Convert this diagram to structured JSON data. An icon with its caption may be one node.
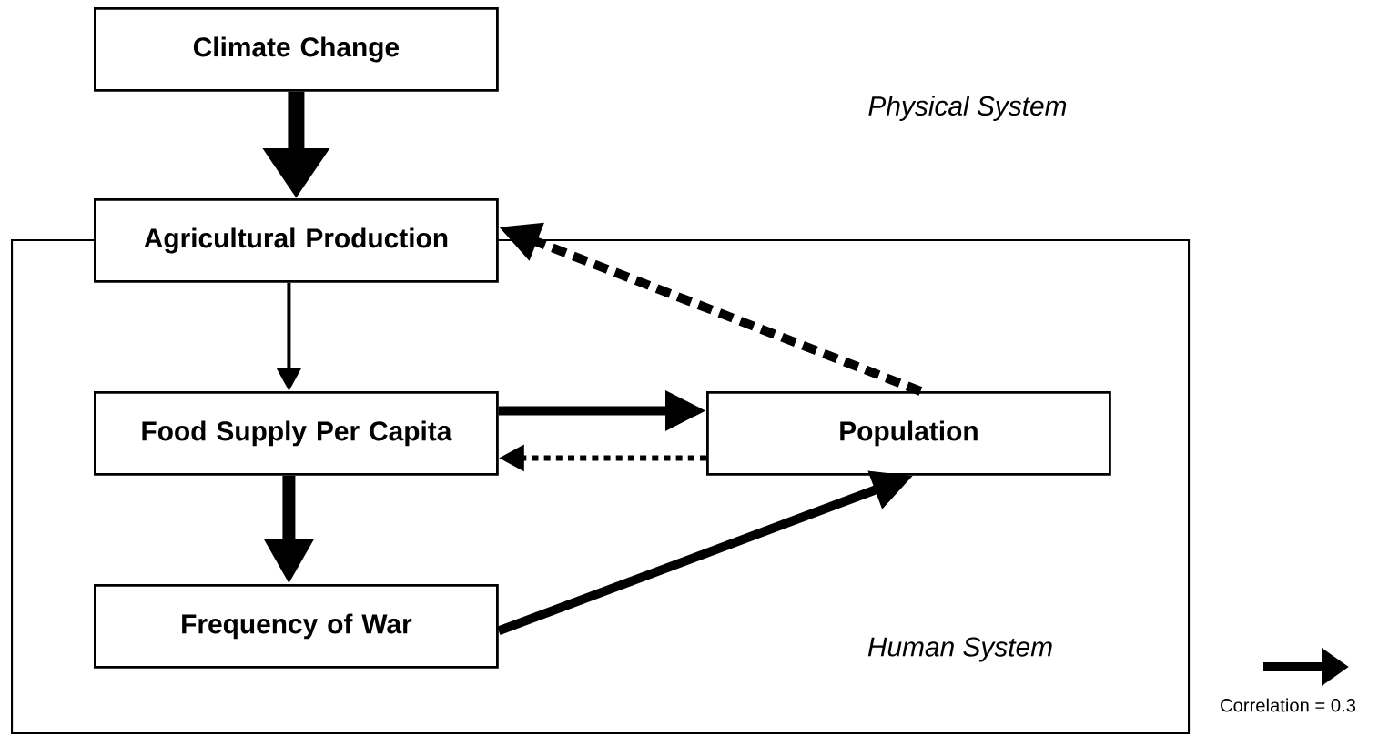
{
  "diagram": {
    "nodes": [
      {
        "text": [
          "Climate Change"
        ]
      },
      {
        "text": [
          "Agricultural Production"
        ]
      },
      {
        "text": [
          "Human System"
        ]
      },
      {
        "text": [
          "Food Supply Per Capita"
        ],
        "in": 2
      },
      {
        "text": [
          "Population"
        ],
        "in": 2
      },
      {
        "text": [
          "Frequency of War"
        ],
        "in": 2
      }
    ],
    "edges": [
      {
        "from": 0,
        "to": 1,
        "arrow": "to",
        "style": "thick"
      },
      {
        "from": 1,
        "to": 3,
        "arrow": "to"
      },
      {
        "from": 3,
        "to": 4,
        "arrow": "to"
      },
      {
        "from": 4,
        "to": 3,
        "arrow": "to",
        "style": "dashed"
      },
      {
        "from": 4,
        "to": 1,
        "arrow": "to",
        "style": "dashed"
      },
      {
        "from": 3,
        "to": 5,
        "arrow": "to"
      },
      {
        "from": 5,
        "to": 4,
        "arrow": "to"
      }
    ],
    "labels": [
      "Physical System"
    ],
    "legend": [
      {
        "text": "Correlation = 0.3"
      }
    ]
  }
}
